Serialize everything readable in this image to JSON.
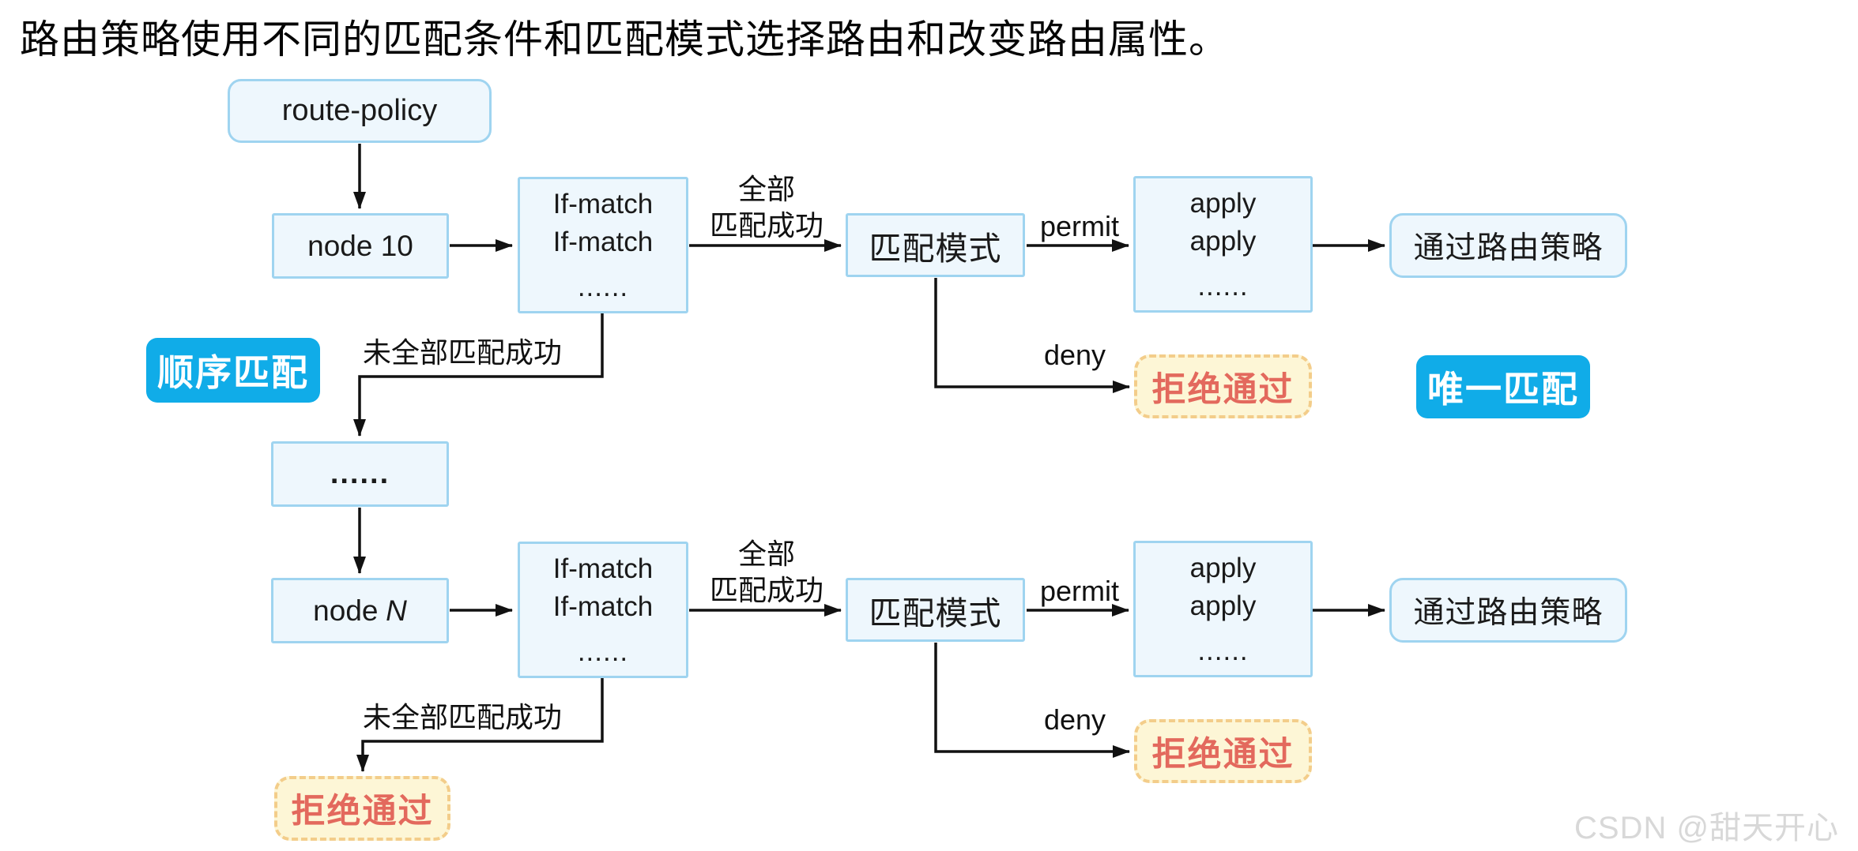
{
  "title": "路由策略使用不同的匹配条件和匹配模式选择路由和改变路由属性。",
  "watermark": "CSDN @甜天开心",
  "colors": {
    "accent_blue": "#10ace8",
    "box_fill": "#eef7fd",
    "box_border": "#9fd4f0",
    "reject_fill": "#fdf6d6",
    "reject_border": "#f3cd8a",
    "reject_text": "#e3695d",
    "line": "#111111",
    "watermark": "#d8d8d8"
  },
  "boxes": {
    "route_policy": "route-policy",
    "node10": "node 10",
    "node_n_prefix": "node",
    "node_n_var": "N",
    "dots": "......",
    "if_match": "If-match",
    "ellipsis": "......",
    "match_mode": "匹配模式",
    "apply": "apply",
    "pass": "通过路由策略",
    "reject": "拒绝通过"
  },
  "badges": {
    "sequential": "顺序匹配",
    "unique": "唯一匹配"
  },
  "edge_labels": {
    "all_matched_line1": "全部",
    "all_matched_line2": "匹配成功",
    "not_all_matched": "未全部匹配成功",
    "permit": "permit",
    "deny": "deny"
  }
}
